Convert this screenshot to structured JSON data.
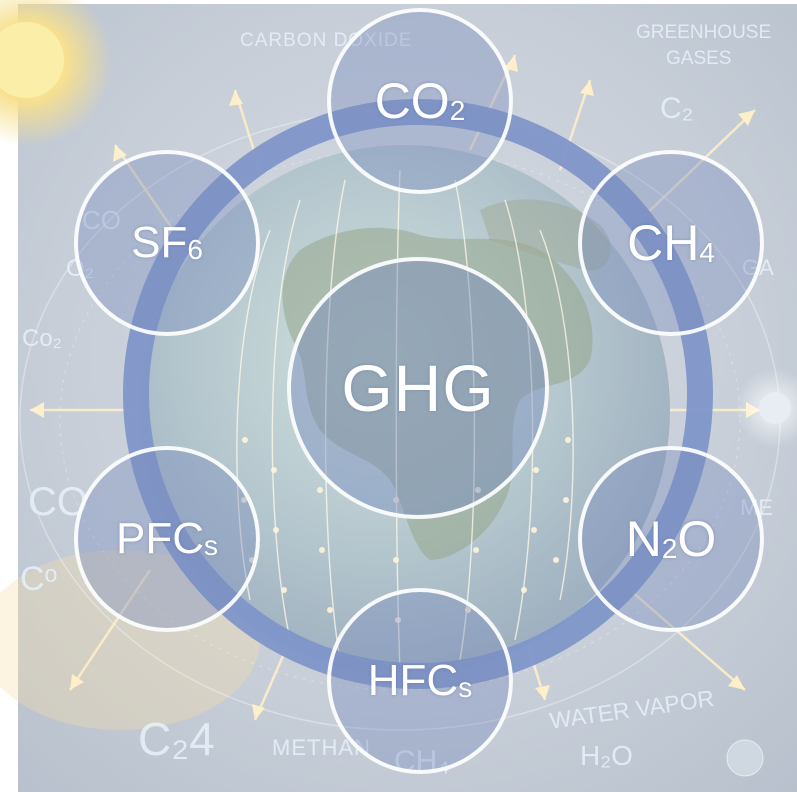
{
  "diagram": {
    "center": {
      "label": "GHG"
    },
    "gases": [
      {
        "id": "co2",
        "base": "CO",
        "sub": "2",
        "tail": ""
      },
      {
        "id": "ch4",
        "base": "CH",
        "sub": "4",
        "tail": ""
      },
      {
        "id": "n2o",
        "base": "N",
        "sub": "2",
        "tail": "O"
      },
      {
        "id": "hfcs",
        "base": "HFC",
        "sub": "s",
        "tail": ""
      },
      {
        "id": "pfcs",
        "base": "PFC",
        "sub": "s",
        "tail": ""
      },
      {
        "id": "sf6",
        "base": "SF",
        "sub": "6",
        "tail": ""
      }
    ]
  },
  "background_text": {
    "carbon_dioxide": "CARBON DOXIDE",
    "greenhouse_line1": "GREENHOUSE",
    "greenhouse_line2": "GASES",
    "methan": "METHAN",
    "water_vapor": "WATER VAPOR",
    "h2o": "H₂O",
    "co_left": "Co₂",
    "co_left2": "CO",
    "co_left3": "O₂",
    "c4_bottom": "C₂4",
    "ch4_bottom": "CH₄",
    "c2_right": "C₂",
    "ga_right": "GA",
    "met_right": "ME",
    "co_left_bottom": "CO",
    "c_left_bottom2": "Cᵒ"
  },
  "colors": {
    "ring": "#8096c9",
    "node_fill": "#7f94c2",
    "node_border": "#ffffff",
    "sky": "#c9d2de",
    "sun": "#f6e08a"
  }
}
